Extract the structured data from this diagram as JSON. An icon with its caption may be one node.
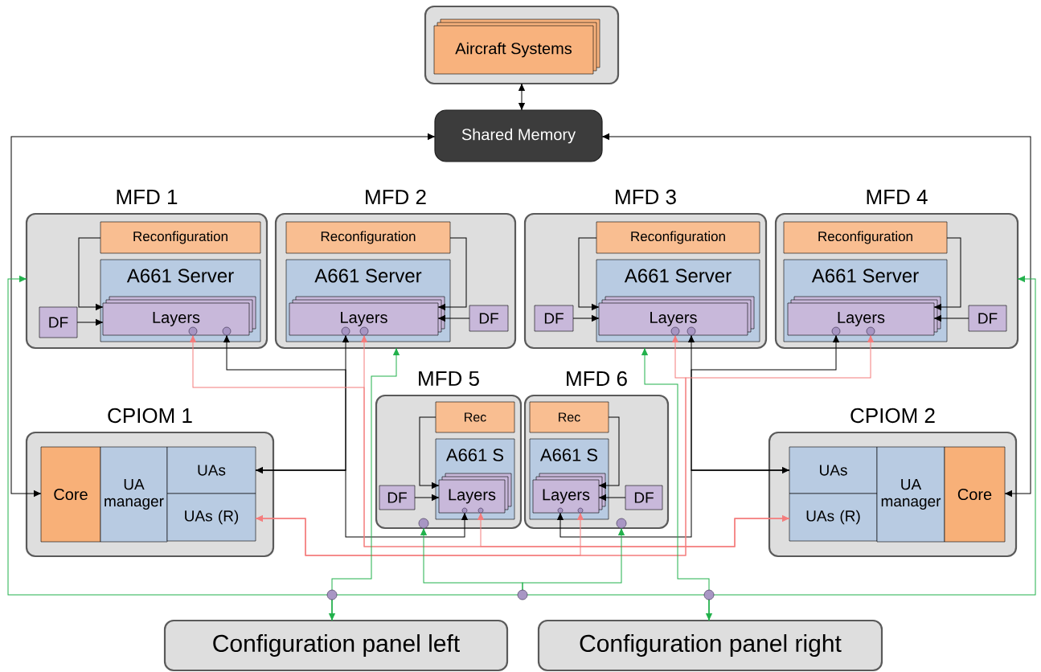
{
  "diagram": {
    "nodes": [
      {
        "text": [],
        "shape": "box"
      },
      {
        "text": [
          "Aircraft Systems"
        ],
        "in": 0
      },
      {
        "text": [
          "Shared Memory"
        ]
      },
      {
        "text": [
          "MFD 1"
        ]
      },
      {
        "text": [
          "Reconfiguration"
        ],
        "in": 3
      },
      {
        "text": [
          "A661 Server"
        ],
        "in": 3
      },
      {
        "text": [
          "Layers"
        ],
        "in": 5
      },
      {
        "text": [
          "DF"
        ],
        "in": 3
      },
      {
        "text": [
          "MFD 2"
        ]
      },
      {
        "text": [
          "Reconfiguration"
        ],
        "in": 8
      },
      {
        "text": [
          "A661 Server"
        ],
        "in": 8
      },
      {
        "text": [
          "Layers"
        ],
        "in": 10
      },
      {
        "text": [
          "DF"
        ],
        "in": 8
      },
      {
        "text": [
          "MFD 3"
        ]
      },
      {
        "text": [
          "Reconfiguration"
        ],
        "in": 13
      },
      {
        "text": [
          "A661 Server"
        ],
        "in": 13
      },
      {
        "text": [
          "Layers"
        ],
        "in": 15
      },
      {
        "text": [
          "DF"
        ],
        "in": 13
      },
      {
        "text": [
          "MFD 4"
        ]
      },
      {
        "text": [
          "Reconfiguration"
        ],
        "in": 18
      },
      {
        "text": [
          "A661 Server"
        ],
        "in": 18
      },
      {
        "text": [
          "Layers"
        ],
        "in": 20
      },
      {
        "text": [
          "DF"
        ],
        "in": 18
      },
      {
        "text": [
          "CPIOM 1"
        ]
      },
      {
        "text": [
          "Core"
        ],
        "in": 23
      },
      {
        "text": [
          "UA manager"
        ],
        "in": 23
      },
      {
        "text": [
          "UAs"
        ],
        "in": 23
      },
      {
        "text": [
          "UAs (R)"
        ],
        "in": 23
      },
      {
        "text": [
          "MFD 5"
        ]
      },
      {
        "text": [
          "Rec"
        ],
        "in": 28
      },
      {
        "text": [
          "A661 S"
        ],
        "in": 28
      },
      {
        "text": [
          "Layers"
        ],
        "in": 30
      },
      {
        "text": [
          "DF"
        ],
        "in": 28
      },
      {
        "text": [
          "MFD 6"
        ]
      },
      {
        "text": [
          "Rec"
        ],
        "in": 33
      },
      {
        "text": [
          "A661 S"
        ],
        "in": 33
      },
      {
        "text": [
          "Layers"
        ],
        "in": 35
      },
      {
        "text": [
          "DF"
        ],
        "in": 33
      },
      {
        "text": [
          "CPIOM 2"
        ]
      },
      {
        "text": [
          "UAs"
        ],
        "in": 38
      },
      {
        "text": [
          "UAs (R)"
        ],
        "in": 38
      },
      {
        "text": [
          "UA manager"
        ],
        "in": 38
      },
      {
        "text": [
          "Core"
        ],
        "in": 38
      },
      {
        "text": [
          "Configuration panel left"
        ]
      },
      {
        "text": [
          "Configuration panel right"
        ]
      }
    ],
    "edges": [
      {
        "from": 0,
        "to": 2,
        "arrow": "both"
      },
      {
        "from": 24,
        "to": 2,
        "arrow": "both"
      },
      {
        "from": 42,
        "to": 2,
        "arrow": "both"
      },
      {
        "from": 4,
        "to": 6,
        "arrow": "to"
      },
      {
        "from": 7,
        "to": 6,
        "arrow": "to"
      },
      {
        "from": 9,
        "to": 11,
        "arrow": "to"
      },
      {
        "from": 12,
        "to": 11,
        "arrow": "to"
      },
      {
        "from": 14,
        "to": 16,
        "arrow": "to"
      },
      {
        "from": 17,
        "to": 16,
        "arrow": "to"
      },
      {
        "from": 19,
        "to": 21,
        "arrow": "to"
      },
      {
        "from": 22,
        "to": 21,
        "arrow": "to"
      },
      {
        "from": 29,
        "to": 31,
        "arrow": "to"
      },
      {
        "from": 32,
        "to": 31,
        "arrow": "to"
      },
      {
        "from": 34,
        "to": 36,
        "arrow": "to"
      },
      {
        "from": 37,
        "to": 36,
        "arrow": "to"
      },
      {
        "from": 26,
        "to": 6,
        "arrow": "to"
      },
      {
        "from": 26,
        "to": 11,
        "arrow": "both"
      },
      {
        "from": 26,
        "to": 31,
        "arrow": "to"
      },
      {
        "from": 39,
        "to": 16,
        "arrow": "both"
      },
      {
        "from": 39,
        "to": 21,
        "arrow": "to"
      },
      {
        "from": 39,
        "to": 36,
        "arrow": "to"
      },
      {
        "from": 40,
        "to": 31,
        "arrow": "both",
        "color": "#f47c7c"
      },
      {
        "from": 40,
        "to": 11,
        "arrow": "to",
        "color": "#f47c7c"
      },
      {
        "from": 40,
        "to": 6,
        "arrow": "to",
        "color": "#f47c7c"
      },
      {
        "from": 27,
        "to": 36,
        "arrow": "both",
        "color": "#f47c7c"
      },
      {
        "from": 27,
        "to": 16,
        "arrow": "to",
        "color": "#f47c7c"
      },
      {
        "from": 27,
        "to": 21,
        "arrow": "to",
        "color": "#f47c7c"
      },
      {
        "from": 43,
        "to": 3,
        "arrow": "both",
        "color": "#22b14c"
      },
      {
        "from": 43,
        "to": 8,
        "arrow": "to",
        "color": "#22b14c"
      },
      {
        "from": 43,
        "to": 28,
        "arrow": "to",
        "color": "#22b14c"
      },
      {
        "from": 44,
        "to": 18,
        "arrow": "both",
        "color": "#22b14c"
      },
      {
        "from": 44,
        "to": 13,
        "arrow": "to",
        "color": "#22b14c"
      },
      {
        "from": 44,
        "to": 33,
        "arrow": "to",
        "color": "#22b14c"
      }
    ]
  }
}
